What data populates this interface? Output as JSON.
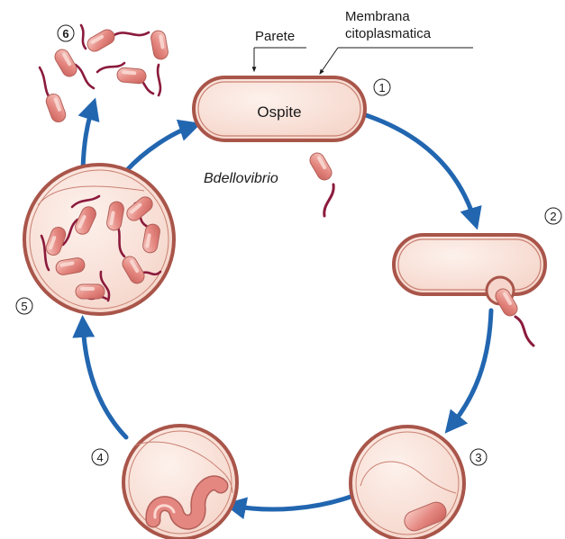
{
  "labels": {
    "parete": "Parete",
    "membrana_line1": "Membrana",
    "membrana_line2": "citoplasmatica",
    "ospite": "Ospite",
    "bdellovibrio": "Bdellovibrio"
  },
  "steps": [
    {
      "number": "1"
    },
    {
      "number": "2"
    },
    {
      "number": "3"
    },
    {
      "number": "4"
    },
    {
      "number": "5"
    },
    {
      "number": "6"
    }
  ],
  "colors": {
    "arrow": "#2266b0",
    "cell_wall": "#a9554a",
    "host_fill": "#f9e3da",
    "bdello_body": "#e48780",
    "bdello_highlight": "#f7c7bf",
    "flagellum": "#8b1a3c"
  }
}
